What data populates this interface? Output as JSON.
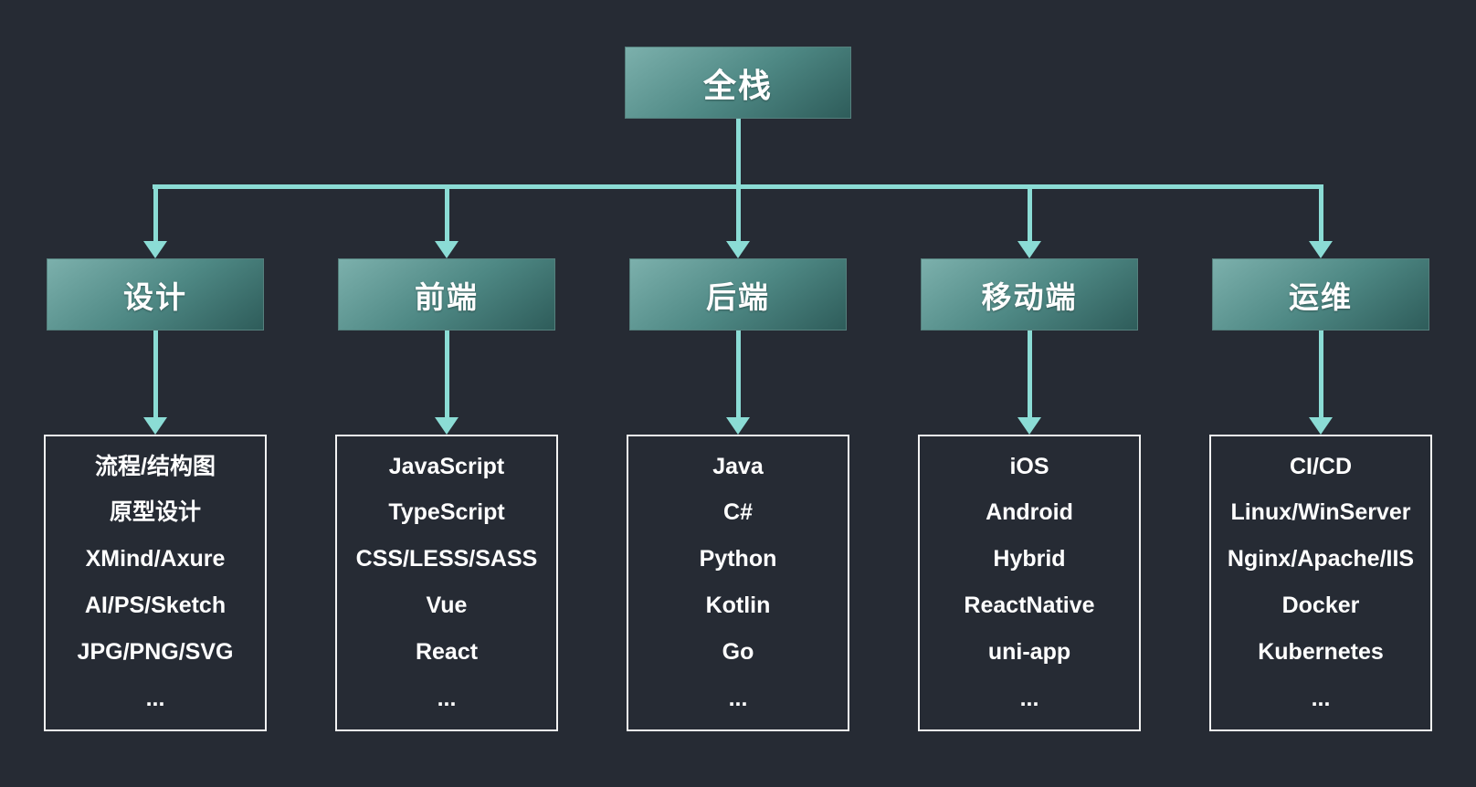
{
  "title": "全栈",
  "colors": {
    "background": "#262B34",
    "connector": "#8BDCD5",
    "node_gradient_start": "#7CB0AC",
    "node_gradient_end": "#2E5C5A",
    "node_text": "#FFFFFF",
    "list_border": "#F2F2F2",
    "list_text": "#FFFFFF"
  },
  "categories": [
    {
      "label": "设计",
      "items": [
        "流程/结构图",
        "原型设计",
        "XMind/Axure",
        "AI/PS/Sketch",
        "JPG/PNG/SVG",
        "..."
      ]
    },
    {
      "label": "前端",
      "items": [
        "JavaScript",
        "TypeScript",
        "CSS/LESS/SASS",
        "Vue",
        "React",
        "..."
      ]
    },
    {
      "label": "后端",
      "items": [
        "Java",
        "C#",
        "Python",
        "Kotlin",
        "Go",
        "..."
      ]
    },
    {
      "label": "移动端",
      "items": [
        "iOS",
        "Android",
        "Hybrid",
        "ReactNative",
        "uni-app",
        "..."
      ]
    },
    {
      "label": "运维",
      "items": [
        "CI/CD",
        "Linux/WinServer",
        "Nginx/Apache/IIS",
        "Docker",
        "Kubernetes",
        "..."
      ]
    }
  ]
}
